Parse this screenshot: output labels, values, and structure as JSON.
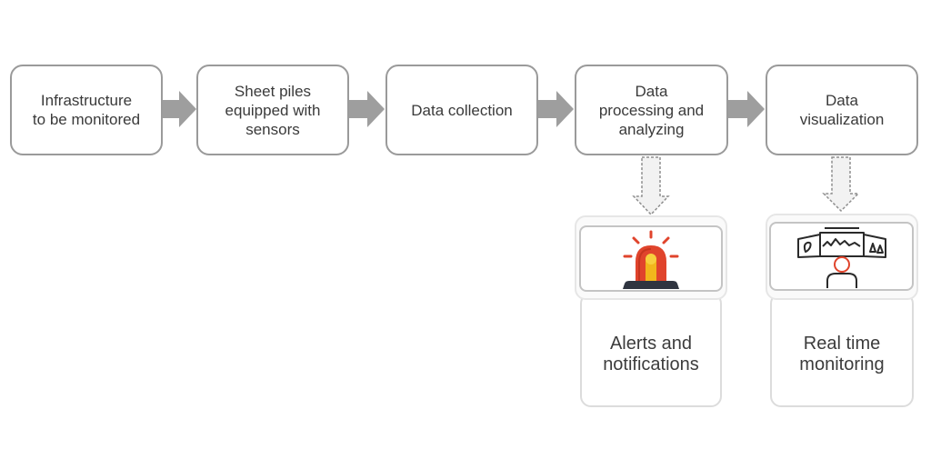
{
  "steps": [
    {
      "label": "Infrastructure\nto be monitored"
    },
    {
      "label": "Sheet piles\nequipped with\nsensors"
    },
    {
      "label": "Data collection"
    },
    {
      "label": "Data\nprocessing and\nanalyzing"
    },
    {
      "label": "Data\nvisualization"
    }
  ],
  "outputs": [
    {
      "label": "Alerts and\nnotifications",
      "icon": "siren-icon"
    },
    {
      "label": "Real time\nmonitoring",
      "icon": "monitoring-operator-icon"
    }
  ],
  "colors": {
    "box_border": "#9a9a9a",
    "arrow": "#9e9e9e",
    "siren_red": "#e0442c",
    "siren_yellow": "#f2b61c",
    "siren_base": "#2f3440"
  }
}
